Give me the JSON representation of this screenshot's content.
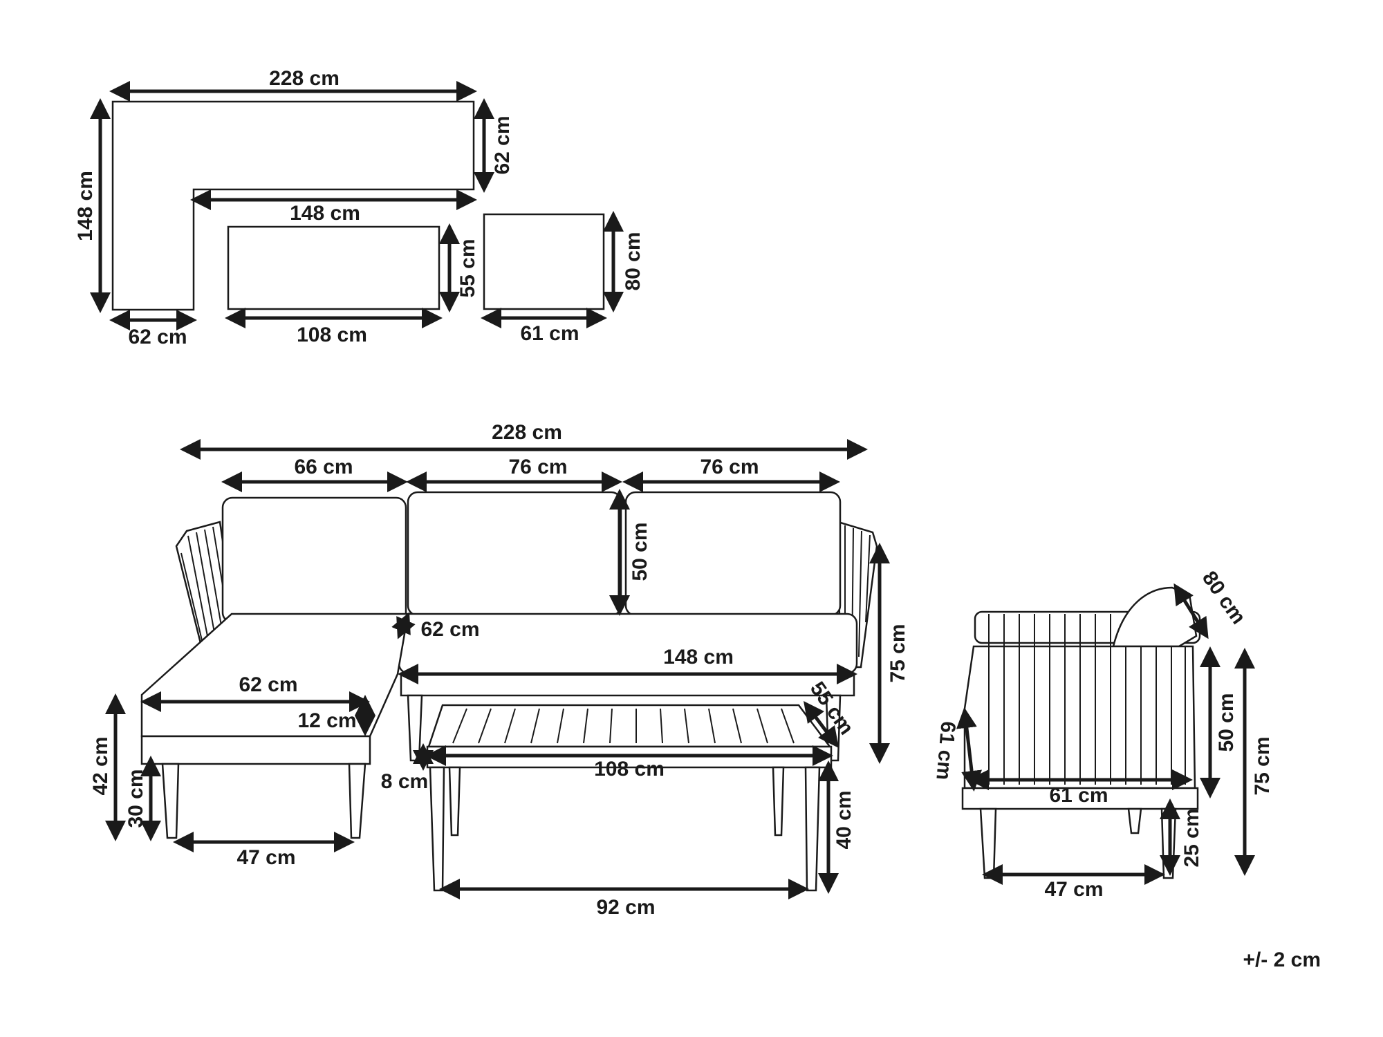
{
  "plan": {
    "total_width": "228 cm",
    "total_depth": "148 cm",
    "right_depth": "62 cm",
    "inner_length": "148 cm",
    "chaise_width": "62 cm",
    "table_length": "108 cm",
    "table_width": "55 cm",
    "chair_width": "61 cm",
    "chair_depth": "80 cm"
  },
  "sofa_view": {
    "total_width": "228 cm",
    "cushion_left": "66 cm",
    "cushion_mid": "76 cm",
    "cushion_right": "76 cm",
    "back_height": "50 cm",
    "seat_depth": "62 cm",
    "seat_width": "148 cm",
    "total_height": "75 cm",
    "chaise_seat": "62 cm",
    "cushion_thick": "12 cm",
    "chaise_height": "42 cm",
    "seat_height": "30 cm",
    "leg_span": "47 cm"
  },
  "table_view": {
    "depth": "55 cm",
    "length": "108 cm",
    "top_thick": "8 cm",
    "height": "40 cm",
    "leg_span": "92 cm"
  },
  "chair_view": {
    "depth": "80 cm",
    "seat_depth": "61 cm",
    "width": "61 cm",
    "back_height": "50 cm",
    "total_height": "75 cm",
    "seat_height": "25 cm",
    "leg_span": "47 cm"
  },
  "tolerance": "+/- 2 cm"
}
